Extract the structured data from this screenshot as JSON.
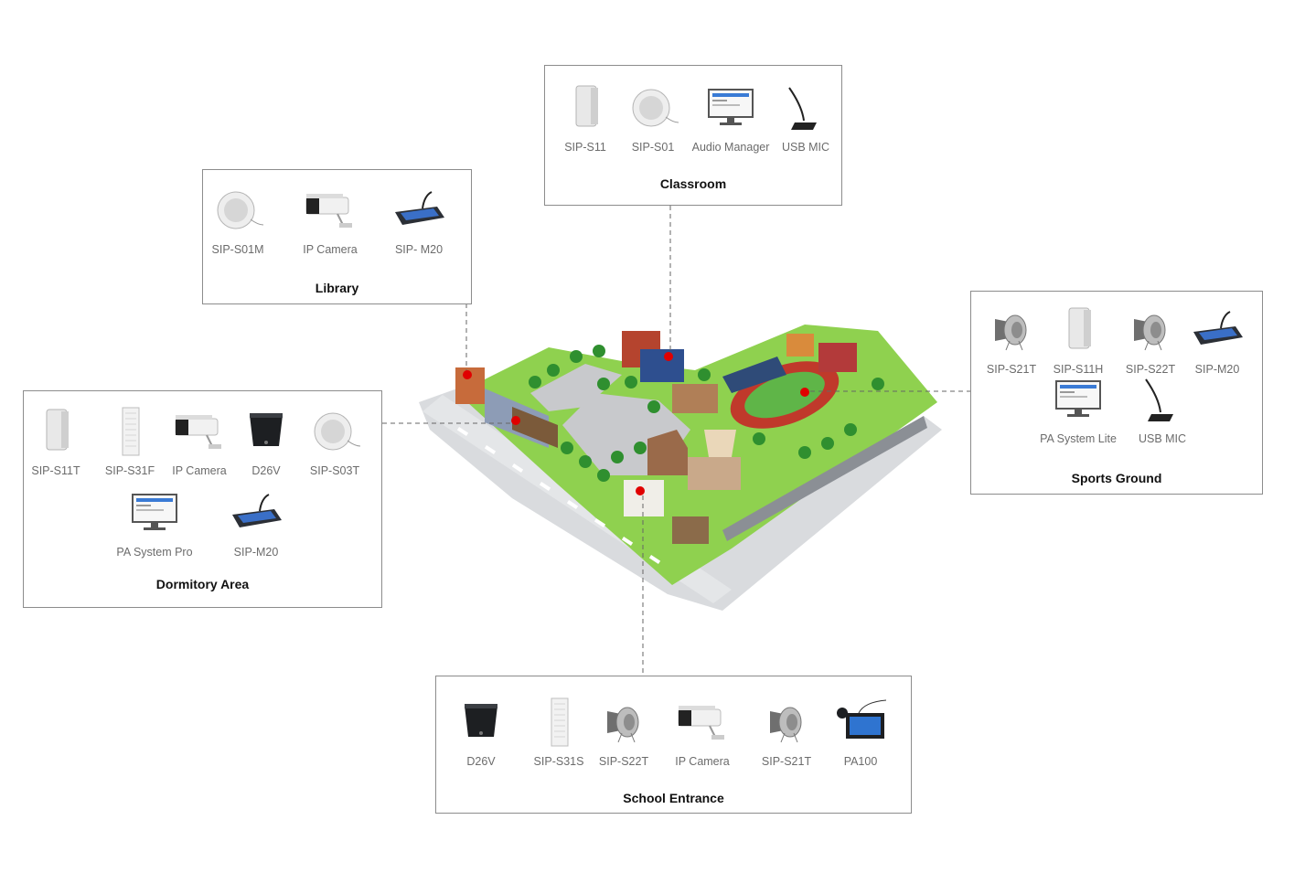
{
  "zones": {
    "classroom": {
      "title": "Classroom",
      "devices": [
        {
          "label": "SIP-S11",
          "icon": "wall-speaker-icon"
        },
        {
          "label": "SIP-S01",
          "icon": "ceiling-speaker-icon"
        },
        {
          "label": "Audio Manager",
          "icon": "monitor-icon"
        },
        {
          "label": "USB MIC",
          "icon": "gooseneck-mic-icon"
        }
      ]
    },
    "library": {
      "title": "Library",
      "devices": [
        {
          "label": "SIP-S01M",
          "icon": "ceiling-speaker-icon"
        },
        {
          "label": "IP Camera",
          "icon": "ip-camera-icon"
        },
        {
          "label": "SIP- M20",
          "icon": "paging-console-icon"
        }
      ]
    },
    "dormitory": {
      "title": "Dormitory Area",
      "devices": [
        {
          "label": "SIP-S11T",
          "icon": "wall-speaker-icon"
        },
        {
          "label": "SIP-S31F",
          "icon": "column-speaker-icon"
        },
        {
          "label": "IP Camera",
          "icon": "ip-camera-icon"
        },
        {
          "label": "D26V",
          "icon": "intercom-icon"
        },
        {
          "label": "SIP-S03T",
          "icon": "ceiling-speaker-icon"
        },
        {
          "label": "PA System Pro",
          "icon": "monitor-icon"
        },
        {
          "label": "SIP-M20",
          "icon": "paging-console-icon"
        }
      ]
    },
    "sports": {
      "title": "Sports Ground",
      "devices": [
        {
          "label": "SIP-S21T",
          "icon": "horn-speaker-icon"
        },
        {
          "label": "SIP-S11H",
          "icon": "wall-speaker-icon"
        },
        {
          "label": "SIP-S22T",
          "icon": "horn-speaker-icon"
        },
        {
          "label": "SIP-M20",
          "icon": "paging-console-icon"
        },
        {
          "label": "PA System Lite",
          "icon": "monitor-icon"
        },
        {
          "label": "USB MIC",
          "icon": "gooseneck-mic-icon"
        }
      ]
    },
    "entrance": {
      "title": "School Entrance",
      "devices": [
        {
          "label": "D26V",
          "icon": "intercom-icon"
        },
        {
          "label": "SIP-S31S",
          "icon": "column-speaker-icon"
        },
        {
          "label": "SIP-S22T",
          "icon": "horn-speaker-icon"
        },
        {
          "label": "IP Camera",
          "icon": "ip-camera-icon"
        },
        {
          "label": "SIP-S21T",
          "icon": "horn-speaker-icon"
        },
        {
          "label": "PA100",
          "icon": "pa-console-icon"
        }
      ]
    }
  },
  "colors": {
    "border": "#8c8c8c",
    "connector": "#666666",
    "marker": "#e00000",
    "lawn": "#8fd14f",
    "road": "#d7d9dc",
    "track": "#c0392b"
  }
}
